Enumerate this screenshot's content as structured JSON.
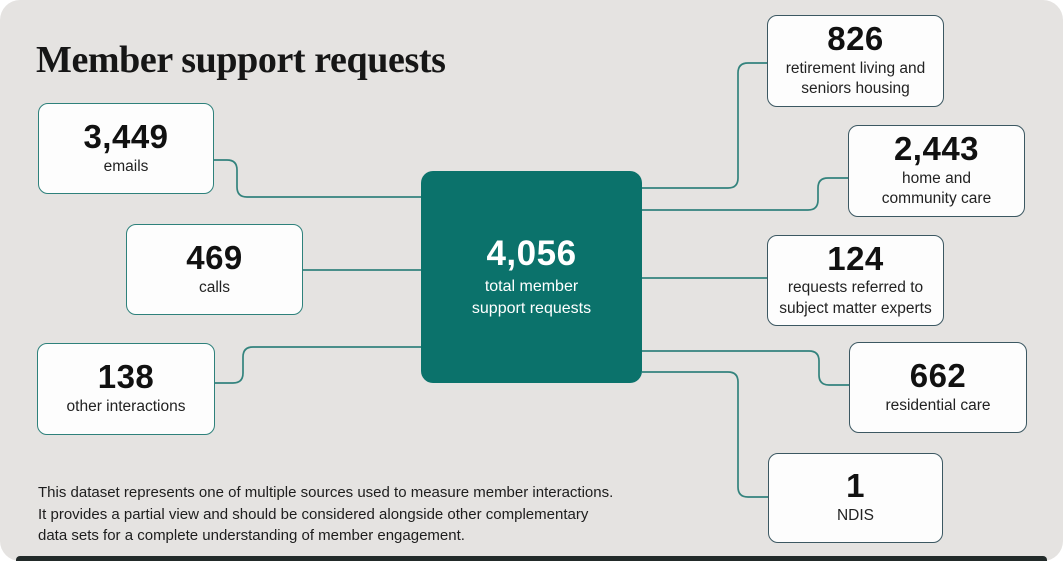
{
  "title": "Member support requests",
  "colors": {
    "card_background": "#e5e3e1",
    "accent_teal": "#0b726b",
    "connector_teal": "#33837d",
    "left_box_border": "#2e817b",
    "right_box_border": "#3c5862",
    "text_dark": "#161616",
    "bottom_bar": "#222a29"
  },
  "center": {
    "value": "4,056",
    "label": "total member\nsupport requests"
  },
  "left_nodes": [
    {
      "value": "3,449",
      "label": "emails"
    },
    {
      "value": "469",
      "label": "calls"
    },
    {
      "value": "138",
      "label": "other interactions"
    }
  ],
  "right_nodes": [
    {
      "value": "826",
      "label": "retirement living and\nseniors housing"
    },
    {
      "value": "2,443",
      "label": "home and\ncommunity care"
    },
    {
      "value": "124",
      "label": "requests referred to\nsubject matter experts"
    },
    {
      "value": "662",
      "label": "residential care"
    },
    {
      "value": "1",
      "label": "NDIS"
    }
  ],
  "footnote": "This dataset represents one of multiple sources used to measure member interactions.\nIt provides a partial view and should be considered alongside other complementary\ndata sets for a complete understanding of member engagement."
}
